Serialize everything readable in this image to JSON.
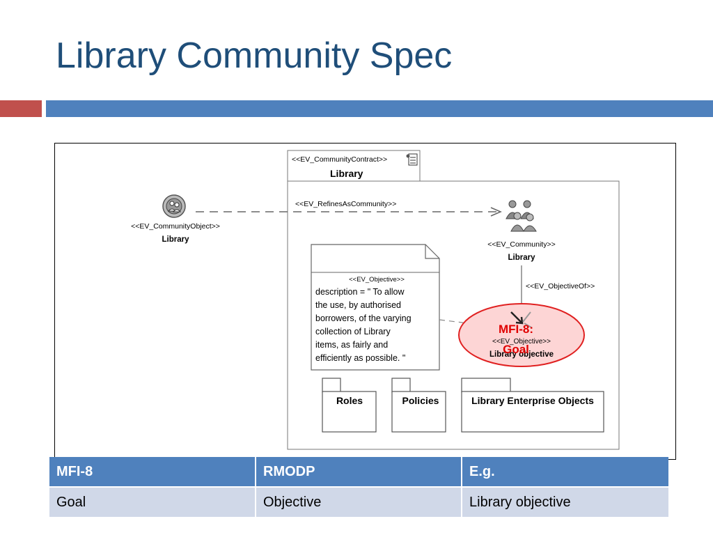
{
  "title": "Library Community Spec",
  "colors": {
    "title": "#1f4e79",
    "accent_red": "#c0504d",
    "accent_blue": "#4f81bd",
    "table_header": "#4f81bd",
    "table_row": "#d0d8e8",
    "callout_fill": "#fdd5d5",
    "callout_border": "#e02020"
  },
  "diagram": {
    "contract_stereotype": "<<EV_CommunityContract>>",
    "contract_name": "Library",
    "community_object_stereotype": "<<EV_CommunityObject>>",
    "community_object_name": "Library",
    "refines_label": "<<EV_RefinesAsCommunity>>",
    "community_stereotype": "<<EV_Community>>",
    "community_name": "Library",
    "objective_of_label": "<<EV_ObjectiveOf>>",
    "note_stereotype": "<<EV_Objective>>",
    "note_lines": [
      "description = \" To allow",
      "the use, by authorised",
      "borrowers, of the varying",
      "collection of Library",
      "items, as fairly and",
      "efficiently as possible. \""
    ],
    "objective_stereotype": "<<EV_Objective>>",
    "objective_name": "Library objective",
    "callout_line1": "MFI-8:",
    "callout_line2": "Goal",
    "packages": [
      "Roles",
      "Policies",
      "Library Enterprise Objects"
    ],
    "icons": {
      "community_object": "community-object-icon",
      "community": "community-people-icon",
      "objective": "objective-arrow-icon",
      "contract": "contract-document-icon"
    }
  },
  "table": {
    "headers": [
      "MFI-8",
      "RMODP",
      "E.g."
    ],
    "rows": [
      [
        "Goal",
        "Objective",
        "Library objective"
      ]
    ]
  }
}
